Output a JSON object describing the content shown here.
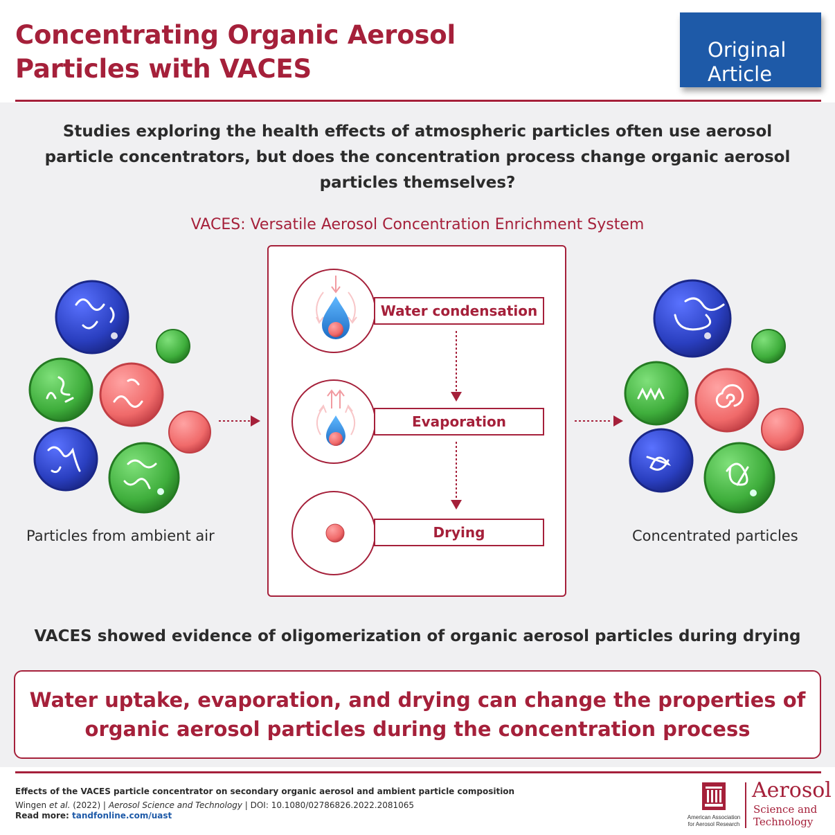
{
  "header": {
    "title_line1": "Concentrating Organic Aerosol",
    "title_line2": "Particles with VACES",
    "badge_line1": "Original",
    "badge_line2": "Article"
  },
  "question": "Studies exploring the health effects of atmospheric particles often use aerosol particle concentrators, but does the concentration process change organic aerosol particles themselves?",
  "diagram": {
    "title": "VACES: Versatile Aerosol Concentration Enrichment System",
    "steps": [
      {
        "label": "Water condensation"
      },
      {
        "label": "Evaporation"
      },
      {
        "label": "Drying"
      }
    ],
    "left_caption": "Particles from ambient air",
    "right_caption": "Concentrated particles"
  },
  "finding": "VACES showed evidence of oligomerization of organic aerosol particles during drying",
  "conclusion": "Water uptake, evaporation, and drying can change the properties of organic aerosol particles during the concentration process",
  "footer": {
    "paper_title": "Effects of the VACES particle concentrator on secondary organic aerosol and ambient particle composition",
    "authors": "Wingen",
    "et_al": "et al.",
    "year": "(2022) |",
    "journal": "Aerosol Science and Technology",
    "doi": "| DOI: 10.1080/02786826.2022.2081065",
    "read_more_label": "Read more:",
    "read_more_url": "tandfonline.com/uast",
    "aaar_line1": "American Association",
    "aaar_line2": "for Aerosol Research",
    "journal_word1": "Aerosol",
    "journal_word2": "Science and",
    "journal_word3": "Technology"
  },
  "colors": {
    "accent": "#a5203a",
    "badge": "#1e5aa8",
    "blue_particle": "#2a3fc0",
    "green_particle": "#3fae3c",
    "red_particle": "#f06a6a",
    "panel": "#f0f0f2"
  }
}
